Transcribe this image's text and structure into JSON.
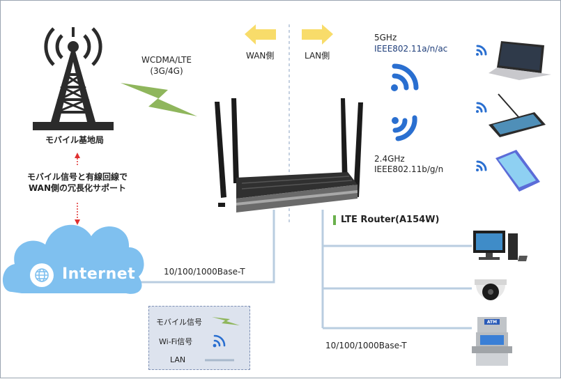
{
  "tower": {
    "label": "モバイル基地局"
  },
  "redundancy": {
    "line1": "モバイル信号と有線回線で",
    "line2": "WAN側の冗長化サポート"
  },
  "mobile_link": {
    "line1": "WCDMA/LTE",
    "line2": "(3G/4G)"
  },
  "wan": {
    "label": "WAN側"
  },
  "lan": {
    "label": "LAN側"
  },
  "wifi_5ghz": {
    "band": "5GHz",
    "standard": "IEEE802.11a/n/ac"
  },
  "wifi_24ghz": {
    "band": "2.4GHz",
    "standard": "IEEE802.11b/g/n"
  },
  "router": {
    "name": "LTE Router(A154W)"
  },
  "cloud": {
    "label": "Internet"
  },
  "wan_wired": {
    "label": "10/100/1000Base-T"
  },
  "lan_wired": {
    "label": "10/100/1000Base-T"
  },
  "atm": {
    "sign": "ATM"
  },
  "legend": {
    "mobile": "モバイル信号",
    "wifi": "Wi-Fi信号",
    "lan": "LAN"
  },
  "colors": {
    "arrow": "#f8dc6a",
    "bolt": "#8fb65c",
    "wifi_blue": "#2a6fd0",
    "cloud": "#7fc0ef",
    "lan_line": "#b9cde0",
    "router_bar": "#6ab04c",
    "red_arrow": "#e03030"
  }
}
